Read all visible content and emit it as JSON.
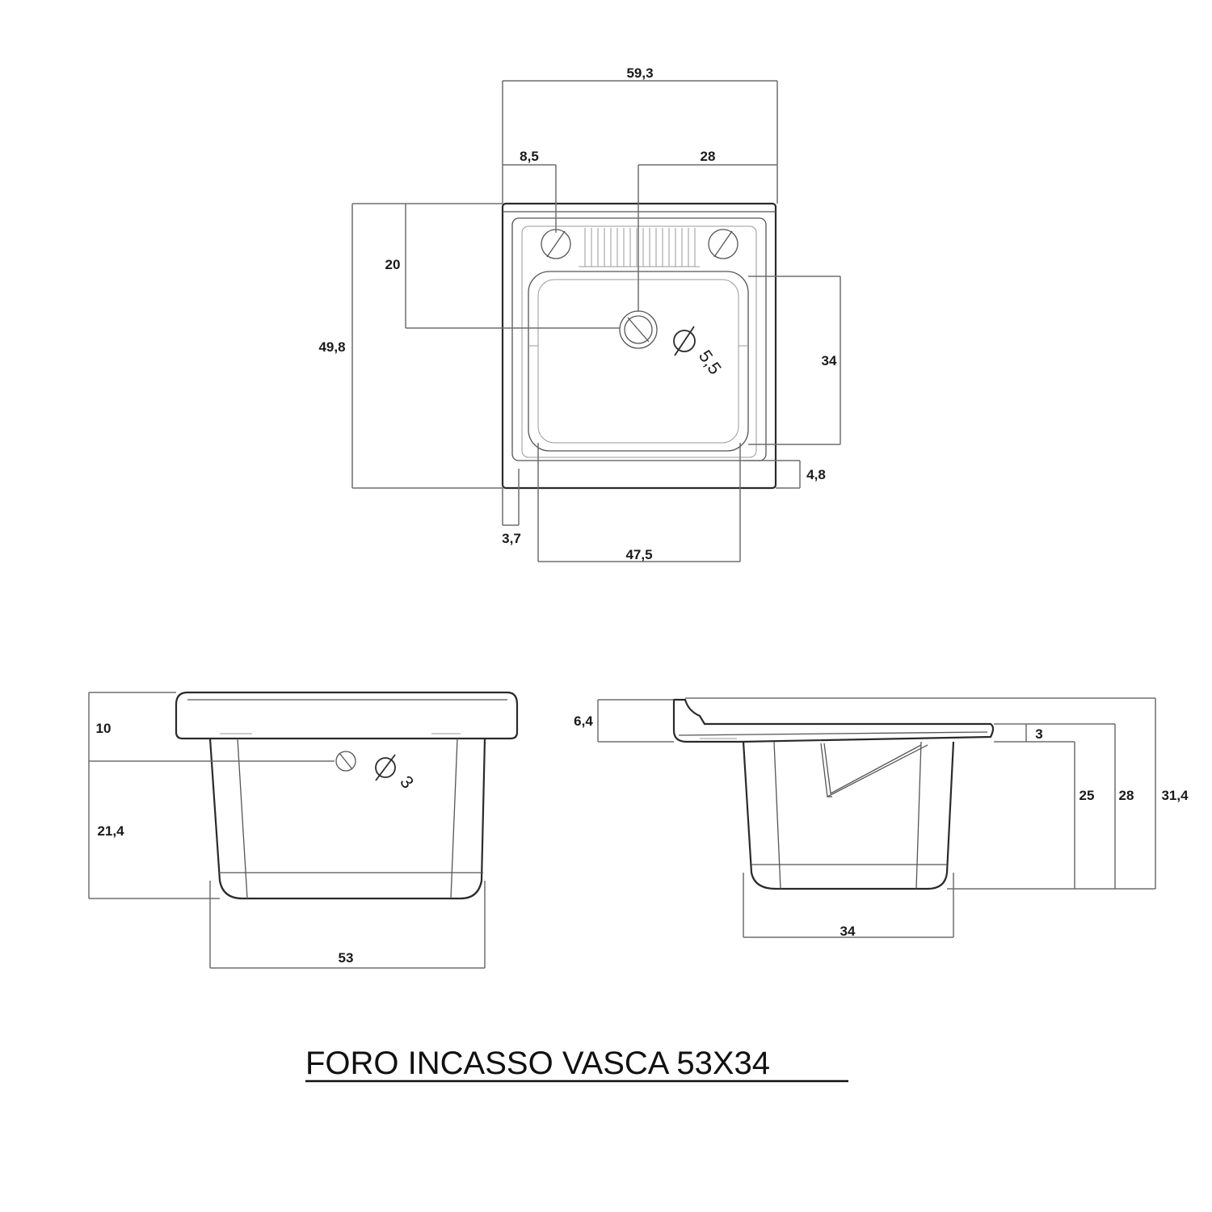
{
  "top_view": {
    "dims": {
      "total_width": "59,3",
      "faucet_offset": "8,5",
      "drain_offset_x": "28",
      "drain_offset_y": "20",
      "total_depth": "49,8",
      "basin_depth": "34",
      "front_margin": "4,8",
      "side_margin": "3,7",
      "basin_width": "47,5"
    },
    "drain_diameter": "5,5"
  },
  "front_view": {
    "dims": {
      "rim_height": "10",
      "body_height": "21,4",
      "bottom_width": "53"
    },
    "overflow_diameter": "3"
  },
  "side_view": {
    "dims": {
      "backsplash_height": "6,4",
      "rim_thickness": "3",
      "body_height": "25",
      "height_28": "28",
      "total_height": "31,4",
      "bottom_depth": "34"
    }
  },
  "caption": "FORO INCASSO VASCA 53X34"
}
